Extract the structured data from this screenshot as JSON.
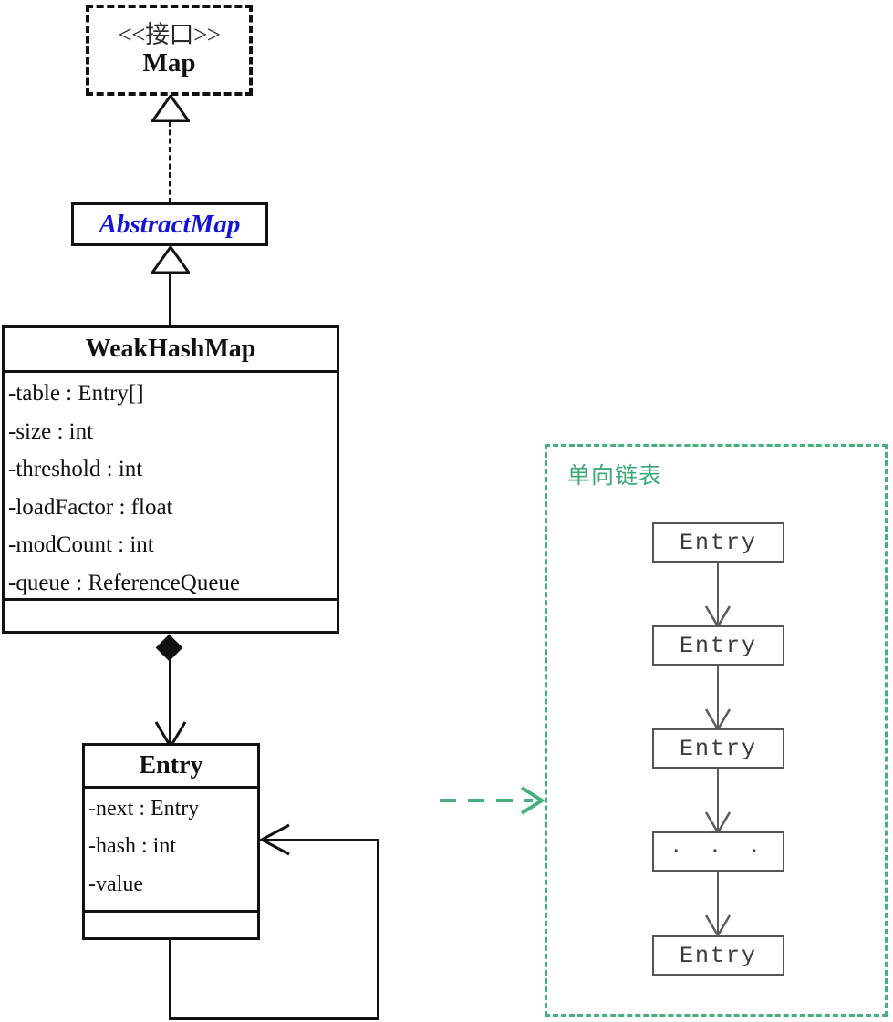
{
  "diagram": {
    "title": "WeakHashMap UML class diagram",
    "colors": {
      "stroke": "#111111",
      "abstract_blue": "#1414d6",
      "green": "#45b07c",
      "green_text": "#3da877",
      "node_stroke": "#555555"
    }
  },
  "interface_map": {
    "stereotype": "<<接口>>",
    "name": "Map"
  },
  "abstract_map": {
    "name": "AbstractMap"
  },
  "weak_hash_map": {
    "name": "WeakHashMap",
    "attributes": [
      "-table : Entry[]",
      "-size : int",
      "-threshold : int",
      "-loadFactor : float",
      "-modCount : int",
      "-queue : ReferenceQueue"
    ],
    "operations": []
  },
  "entry_class": {
    "name": "Entry",
    "attributes": [
      "-next : Entry",
      "-hash : int",
      "-value"
    ],
    "operations": []
  },
  "relations": {
    "map_realization": "realization",
    "abstractmap_generalization": "generalization",
    "composition": "composition",
    "self_association": "self-association",
    "dependency_note": "dependency"
  },
  "linked_list_panel": {
    "label": "单向链表",
    "nodes": [
      {
        "label": "Entry"
      },
      {
        "label": "Entry"
      },
      {
        "label": "Entry"
      },
      {
        "label": "· · ·"
      },
      {
        "label": "Entry"
      }
    ]
  }
}
